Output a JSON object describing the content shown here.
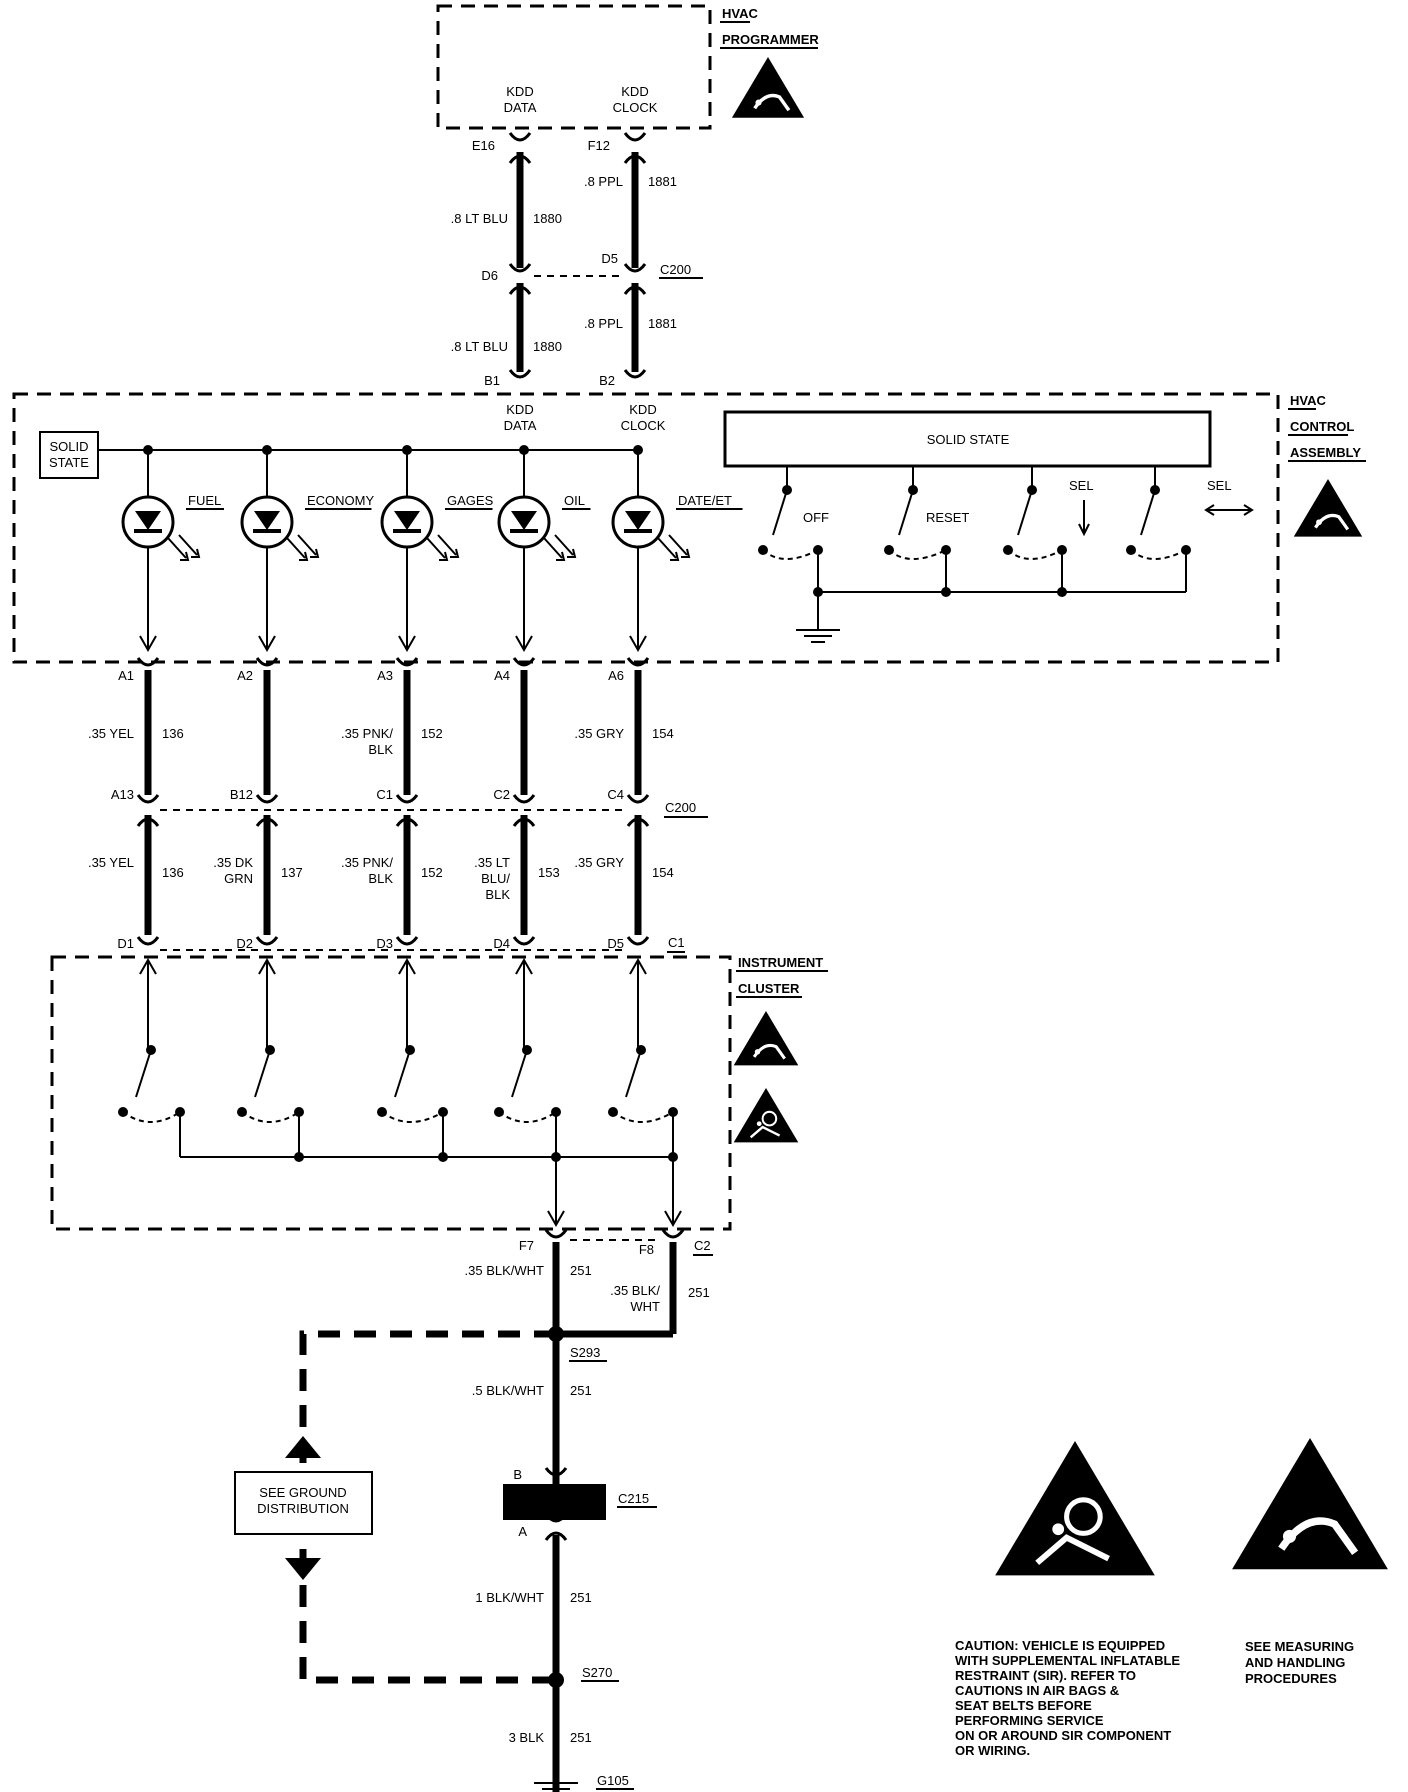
{
  "components": {
    "hvac_programmer": [
      "HVAC",
      "PROGRAMMER"
    ],
    "hvac_control_assembly": [
      "HVAC",
      "CONTROL",
      "ASSEMBLY"
    ],
    "instrument_cluster": [
      "INSTRUMENT",
      "CLUSTER"
    ]
  },
  "programmer_pins": {
    "kdd_data": [
      "KDD",
      "DATA"
    ],
    "kdd_clock": [
      "KDD",
      "CLOCK"
    ]
  },
  "control_pins": {
    "kdd_data": [
      "KDD",
      "DATA"
    ],
    "kdd_clock": [
      "KDD",
      "CLOCK"
    ]
  },
  "top_connector": {
    "left_pin": "E16",
    "right_pin": "F12"
  },
  "top_wires": {
    "upper": [
      {
        "gauge": ".8 LT BLU",
        "circuit": "1880"
      },
      {
        "gauge": ".8 PPL",
        "circuit": "1881"
      }
    ],
    "c200": {
      "name": "C200",
      "left_pin": "D6",
      "right_pin": "D5"
    },
    "lower": [
      {
        "gauge": ".8 LT BLU",
        "circuit": "1880"
      },
      {
        "gauge": ".8 PPL",
        "circuit": "1881"
      }
    ],
    "bottom_pins": [
      "B1",
      "B2"
    ]
  },
  "solid_state_left": [
    "SOLID",
    "STATE"
  ],
  "solid_state_box": "SOLID STATE",
  "indicators": [
    "FUEL",
    "ECONOMY",
    "GAGES",
    "OIL",
    "DATE/ET"
  ],
  "switches": [
    "OFF",
    "RESET",
    "SEL",
    "SEL"
  ],
  "control_out_pins": [
    "A1",
    "A2",
    "A3",
    "A4",
    "A6"
  ],
  "mid_upper_wires": [
    {
      "gauge": [
        ".35 YEL"
      ],
      "circuit": "136"
    },
    {
      "gauge": [],
      "circuit": ""
    },
    {
      "gauge": [
        ".35 PNK/",
        "BLK"
      ],
      "circuit": "152"
    },
    {
      "gauge": [],
      "circuit": ""
    },
    {
      "gauge": [
        ".35 GRY"
      ],
      "circuit": "154"
    }
  ],
  "c200_mid": {
    "name": "C200",
    "pins": [
      "A13",
      "B12",
      "C1",
      "C2",
      "C4"
    ]
  },
  "mid_lower_wires": [
    {
      "gauge": [
        ".35 YEL"
      ],
      "circuit": "136"
    },
    {
      "gauge": [
        ".35 DK",
        "GRN"
      ],
      "circuit": "137"
    },
    {
      "gauge": [
        ".35 PNK/",
        "BLK"
      ],
      "circuit": "152"
    },
    {
      "gauge": [
        ".35 LT",
        "BLU/",
        "BLK"
      ],
      "circuit": "153"
    },
    {
      "gauge": [
        ".35 GRY"
      ],
      "circuit": "154"
    }
  ],
  "c1_connector": {
    "name": "C1",
    "pins": [
      "D1",
      "D2",
      "D3",
      "D4",
      "D5"
    ]
  },
  "c2_connector": {
    "name": "C2",
    "pins": [
      "F7",
      "F8"
    ]
  },
  "ground_wires": {
    "f7": {
      "gauge": ".35 BLK/WHT",
      "circuit": "251"
    },
    "f8": {
      "gauge": [
        ".35 BLK/",
        "WHT"
      ],
      "circuit": "251"
    },
    "s293": "S293",
    "seg2": {
      "gauge": ".5 BLK/WHT",
      "circuit": "251"
    },
    "c215": {
      "name": "C215",
      "pin_b": "B",
      "pin_a": "A"
    },
    "seg3": {
      "gauge": "1 BLK/WHT",
      "circuit": "251"
    },
    "s270": "S270",
    "seg4": {
      "gauge": "3 BLK",
      "circuit": "251"
    },
    "g105": "G105"
  },
  "see_ground": [
    "SEE GROUND",
    "DISTRIBUTION"
  ],
  "caution_text": [
    "CAUTION: VEHICLE IS EQUIPPED",
    "WITH SUPPLEMENTAL INFLATABLE",
    "RESTRAINT (SIR). REFER TO",
    "CAUTIONS IN AIR BAGS &",
    "SEAT BELTS BEFORE",
    "PERFORMING SERVICE",
    "ON OR AROUND SIR COMPONENT",
    "OR WIRING."
  ],
  "esd_text": [
    "SEE MEASURING",
    "AND HANDLING",
    "PROCEDURES"
  ],
  "icons": [
    "esd-warning-icon",
    "sir-airbag-icon",
    "ground-symbol-icon",
    "led-icon"
  ]
}
